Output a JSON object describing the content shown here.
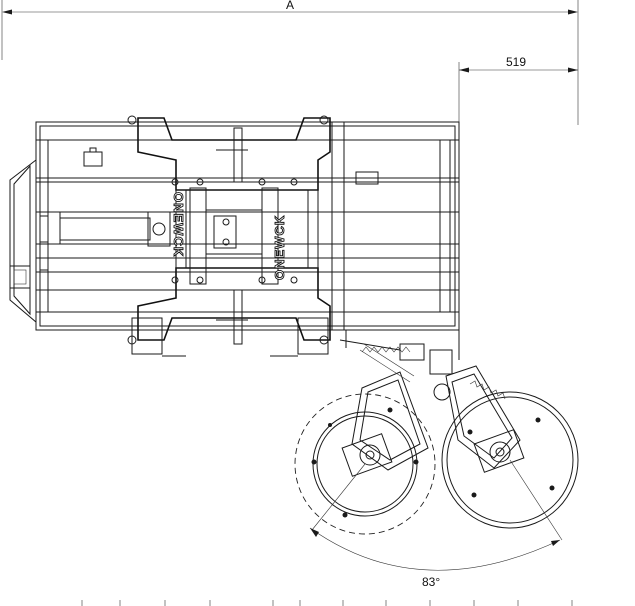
{
  "dimensions": {
    "overall_width_label": "A",
    "offset_label": "519",
    "angle_label": "83°"
  },
  "brand": {
    "left_text": "ONEWCK",
    "right_text": "ONEWCK"
  },
  "colors": {
    "line": "#1a1a1a",
    "background": "#ffffff"
  }
}
